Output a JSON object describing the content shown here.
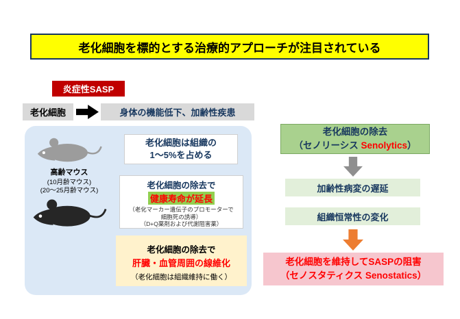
{
  "title": "老化細胞を標的とする治療的アプローチが注目されている",
  "sasp_badge": "炎症性SASP",
  "flow": {
    "source": "老化細胞",
    "result": "身体の機能低下、加齢性疾患"
  },
  "mice": {
    "label": "高齢マウス",
    "note1": "(10月齢マウス)",
    "note2": "(20～25月齢マウス)"
  },
  "fact_box": {
    "line1": "老化細胞は組織の",
    "line2": "1～5%を占める"
  },
  "removal_box": {
    "line1": "老化細胞の除去で",
    "highlight": "健康寿命が延長",
    "note1": "（老化マーカー遺伝子のプロモーターで",
    "note2": "細胞死の誘導）",
    "note3": "（D+Q薬剤および代謝阻害薬）"
  },
  "fibrosis_box": {
    "line1": "老化細胞の除去で",
    "line2": "肝臓・血管周囲の線維化",
    "note": "（老化細胞は組織維持に働く）"
  },
  "right_flow": {
    "senolytics": {
      "line1": "老化細胞の除去",
      "line2_pre": "（セノリーシス ",
      "line2_word": "Senolytics",
      "line2_post": "）"
    },
    "step1": "加齢性病変の遅延",
    "step2": "組織恒常性の変化",
    "senostatics": {
      "line1": "老化細胞を維持してSASPの阻害",
      "line2_pre": "（セノスタティクス ",
      "line2_word": "Senostatics",
      "line2_post": "）"
    }
  },
  "colors": {
    "title_bg": "#FFFF00",
    "title_border": "#17375E",
    "badge_red": "#C00000",
    "gray_box": "#D9D9D9",
    "panel_blue": "#DBE8F6",
    "highlight_green": "#92D050",
    "cream": "#FFF2CC",
    "senolytics_green": "#A9D18E",
    "step_green": "#E2EFDA",
    "orange_arrow": "#ED7D31",
    "pink": "#F6C6CE",
    "red_text": "#FF0000",
    "navy_text": "#17375E"
  }
}
